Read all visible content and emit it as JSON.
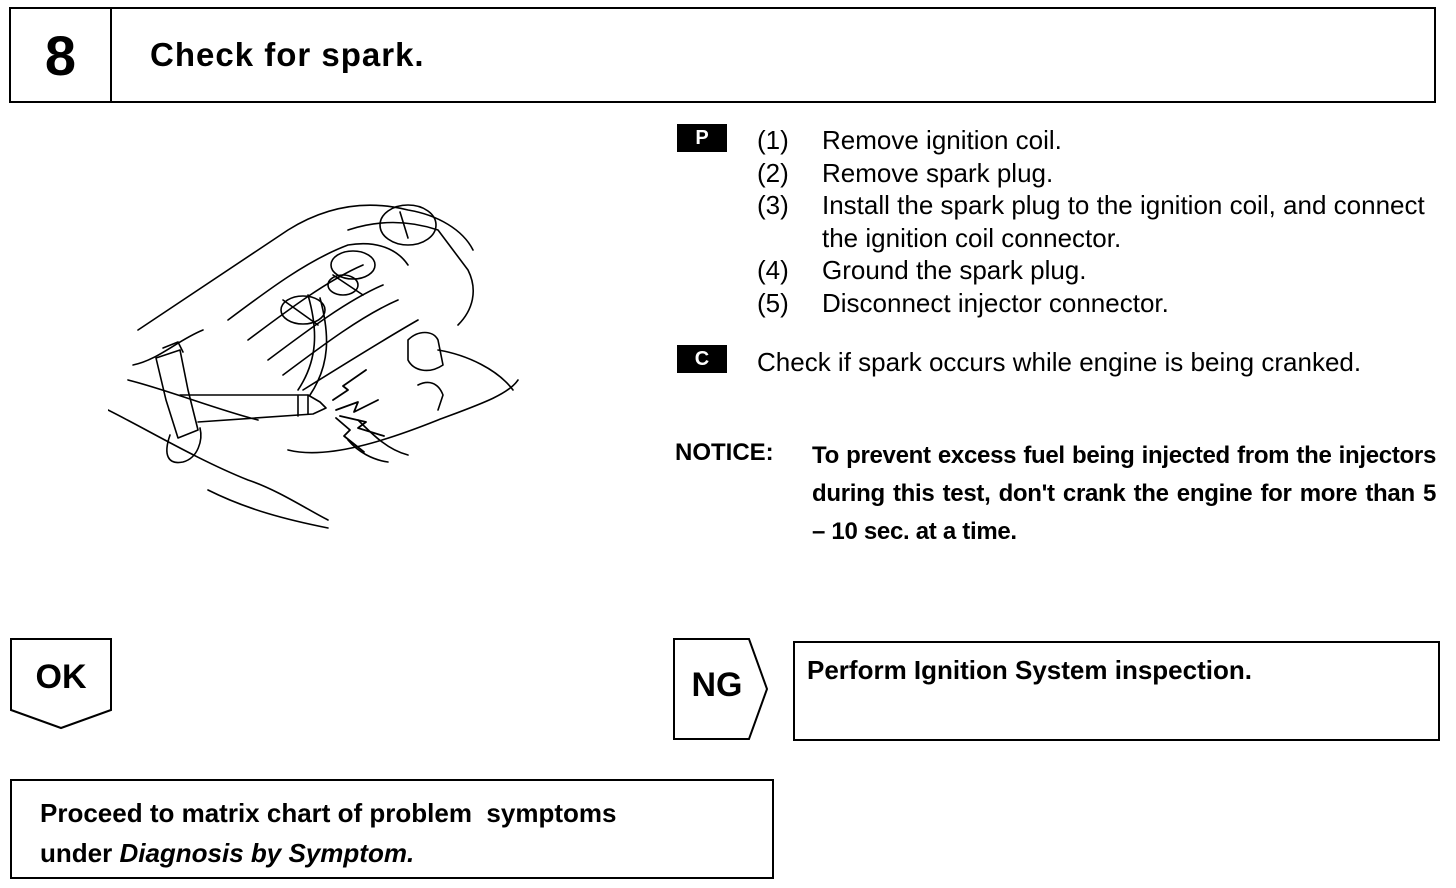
{
  "header": {
    "step_number": "8",
    "title": "Check for spark."
  },
  "procedure": {
    "badge": "P",
    "steps": [
      {
        "num": "(1)",
        "text": "Remove ignition coil."
      },
      {
        "num": "(2)",
        "text": "Remove spark plug."
      },
      {
        "num": "(3)",
        "text": "Install the spark plug to the ignition coil, and connect the ignition coil connector."
      },
      {
        "num": "(4)",
        "text": "Ground the spark plug."
      },
      {
        "num": "(5)",
        "text": "Disconnect injector connector."
      }
    ]
  },
  "check": {
    "badge": "C",
    "text": "Check if spark occurs while engine is being cranked."
  },
  "notice": {
    "label": "NOTICE:",
    "text": "To prevent excess fuel being injected from the injectors during this test, don't crank the engine for more than 5 – 10 sec. at a time."
  },
  "ok": {
    "label": "OK",
    "line1": "Proceed to matrix chart of problem  symptoms",
    "line2_prefix": "under ",
    "line2_italic": "Diagnosis by Symptom."
  },
  "ng": {
    "label": "NG",
    "text": "Perform Ignition System inspection."
  }
}
